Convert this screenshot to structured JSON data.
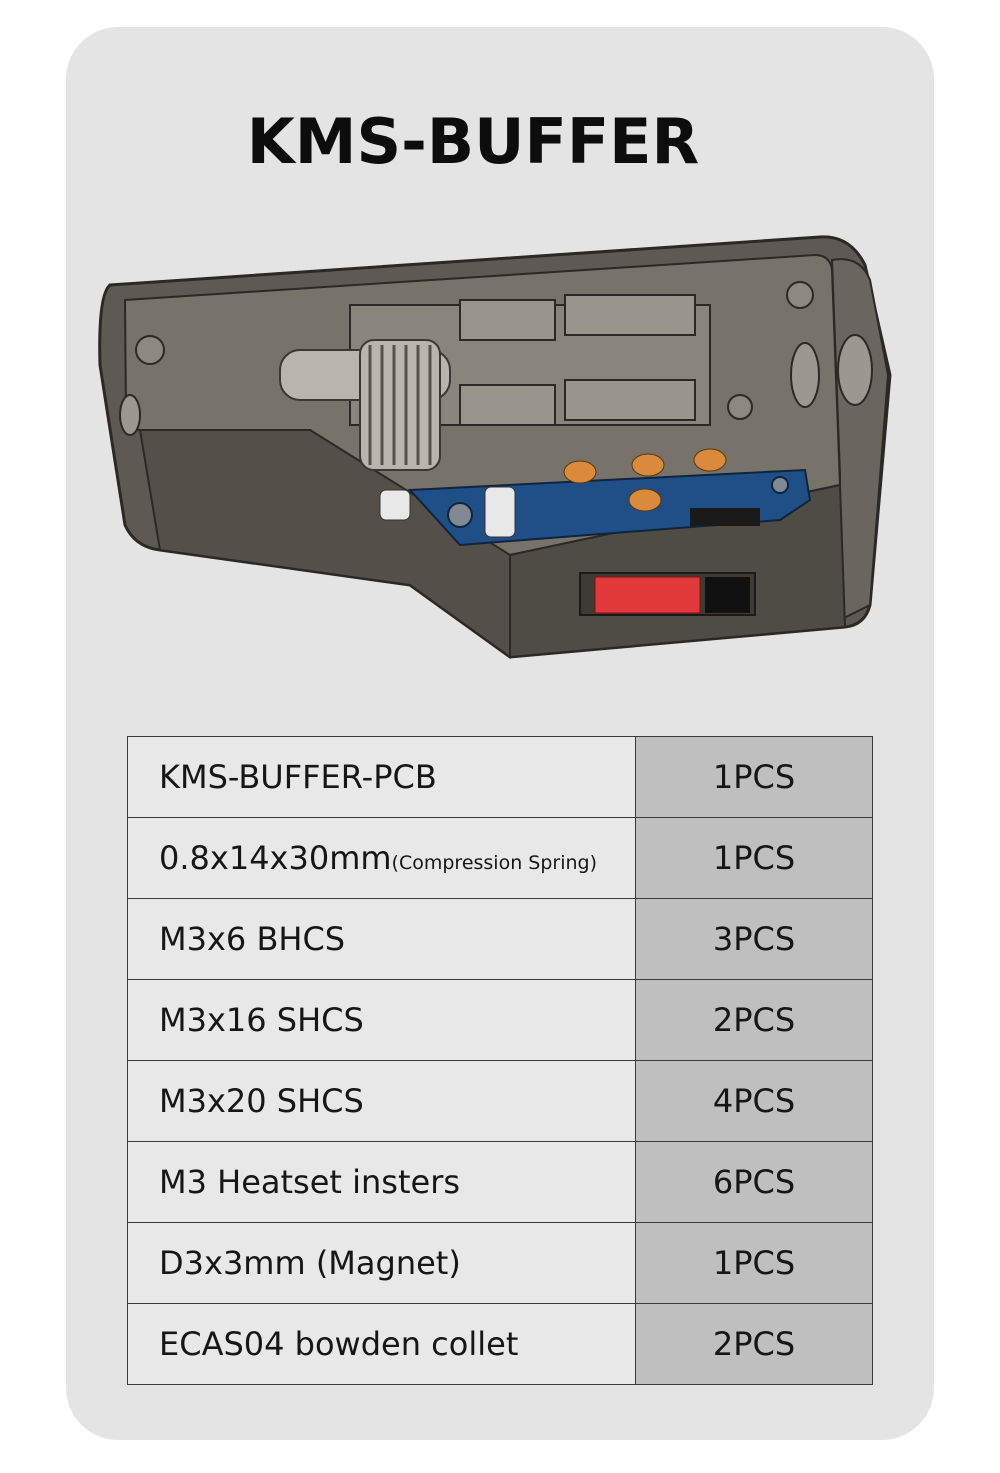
{
  "title": "KMS-BUFFER",
  "colors": {
    "card_background": "#e4e4e4",
    "name_cell": "#e8e8e8",
    "qty_cell": "#bfbfbf",
    "pcb": "#1f4f86",
    "housing": "#6e6a62"
  },
  "parts": [
    {
      "name": "KMS-BUFFER-PCB",
      "note": "",
      "qty": "1PCS"
    },
    {
      "name": "0.8x14x30mm",
      "note": "(Compression Spring)",
      "qty": "1PCS"
    },
    {
      "name": "M3x6 BHCS",
      "note": "",
      "qty": "3PCS"
    },
    {
      "name": "M3x16 SHCS",
      "note": "",
      "qty": "2PCS"
    },
    {
      "name": "M3x20 SHCS",
      "note": "",
      "qty": "4PCS"
    },
    {
      "name": "M3 Heatset insters",
      "note": "",
      "qty": "6PCS"
    },
    {
      "name": "D3x3mm (Magnet)",
      "note": "",
      "qty": "1PCS"
    },
    {
      "name": "ECAS04 bowden collet",
      "note": "",
      "qty": "2PCS"
    }
  ]
}
